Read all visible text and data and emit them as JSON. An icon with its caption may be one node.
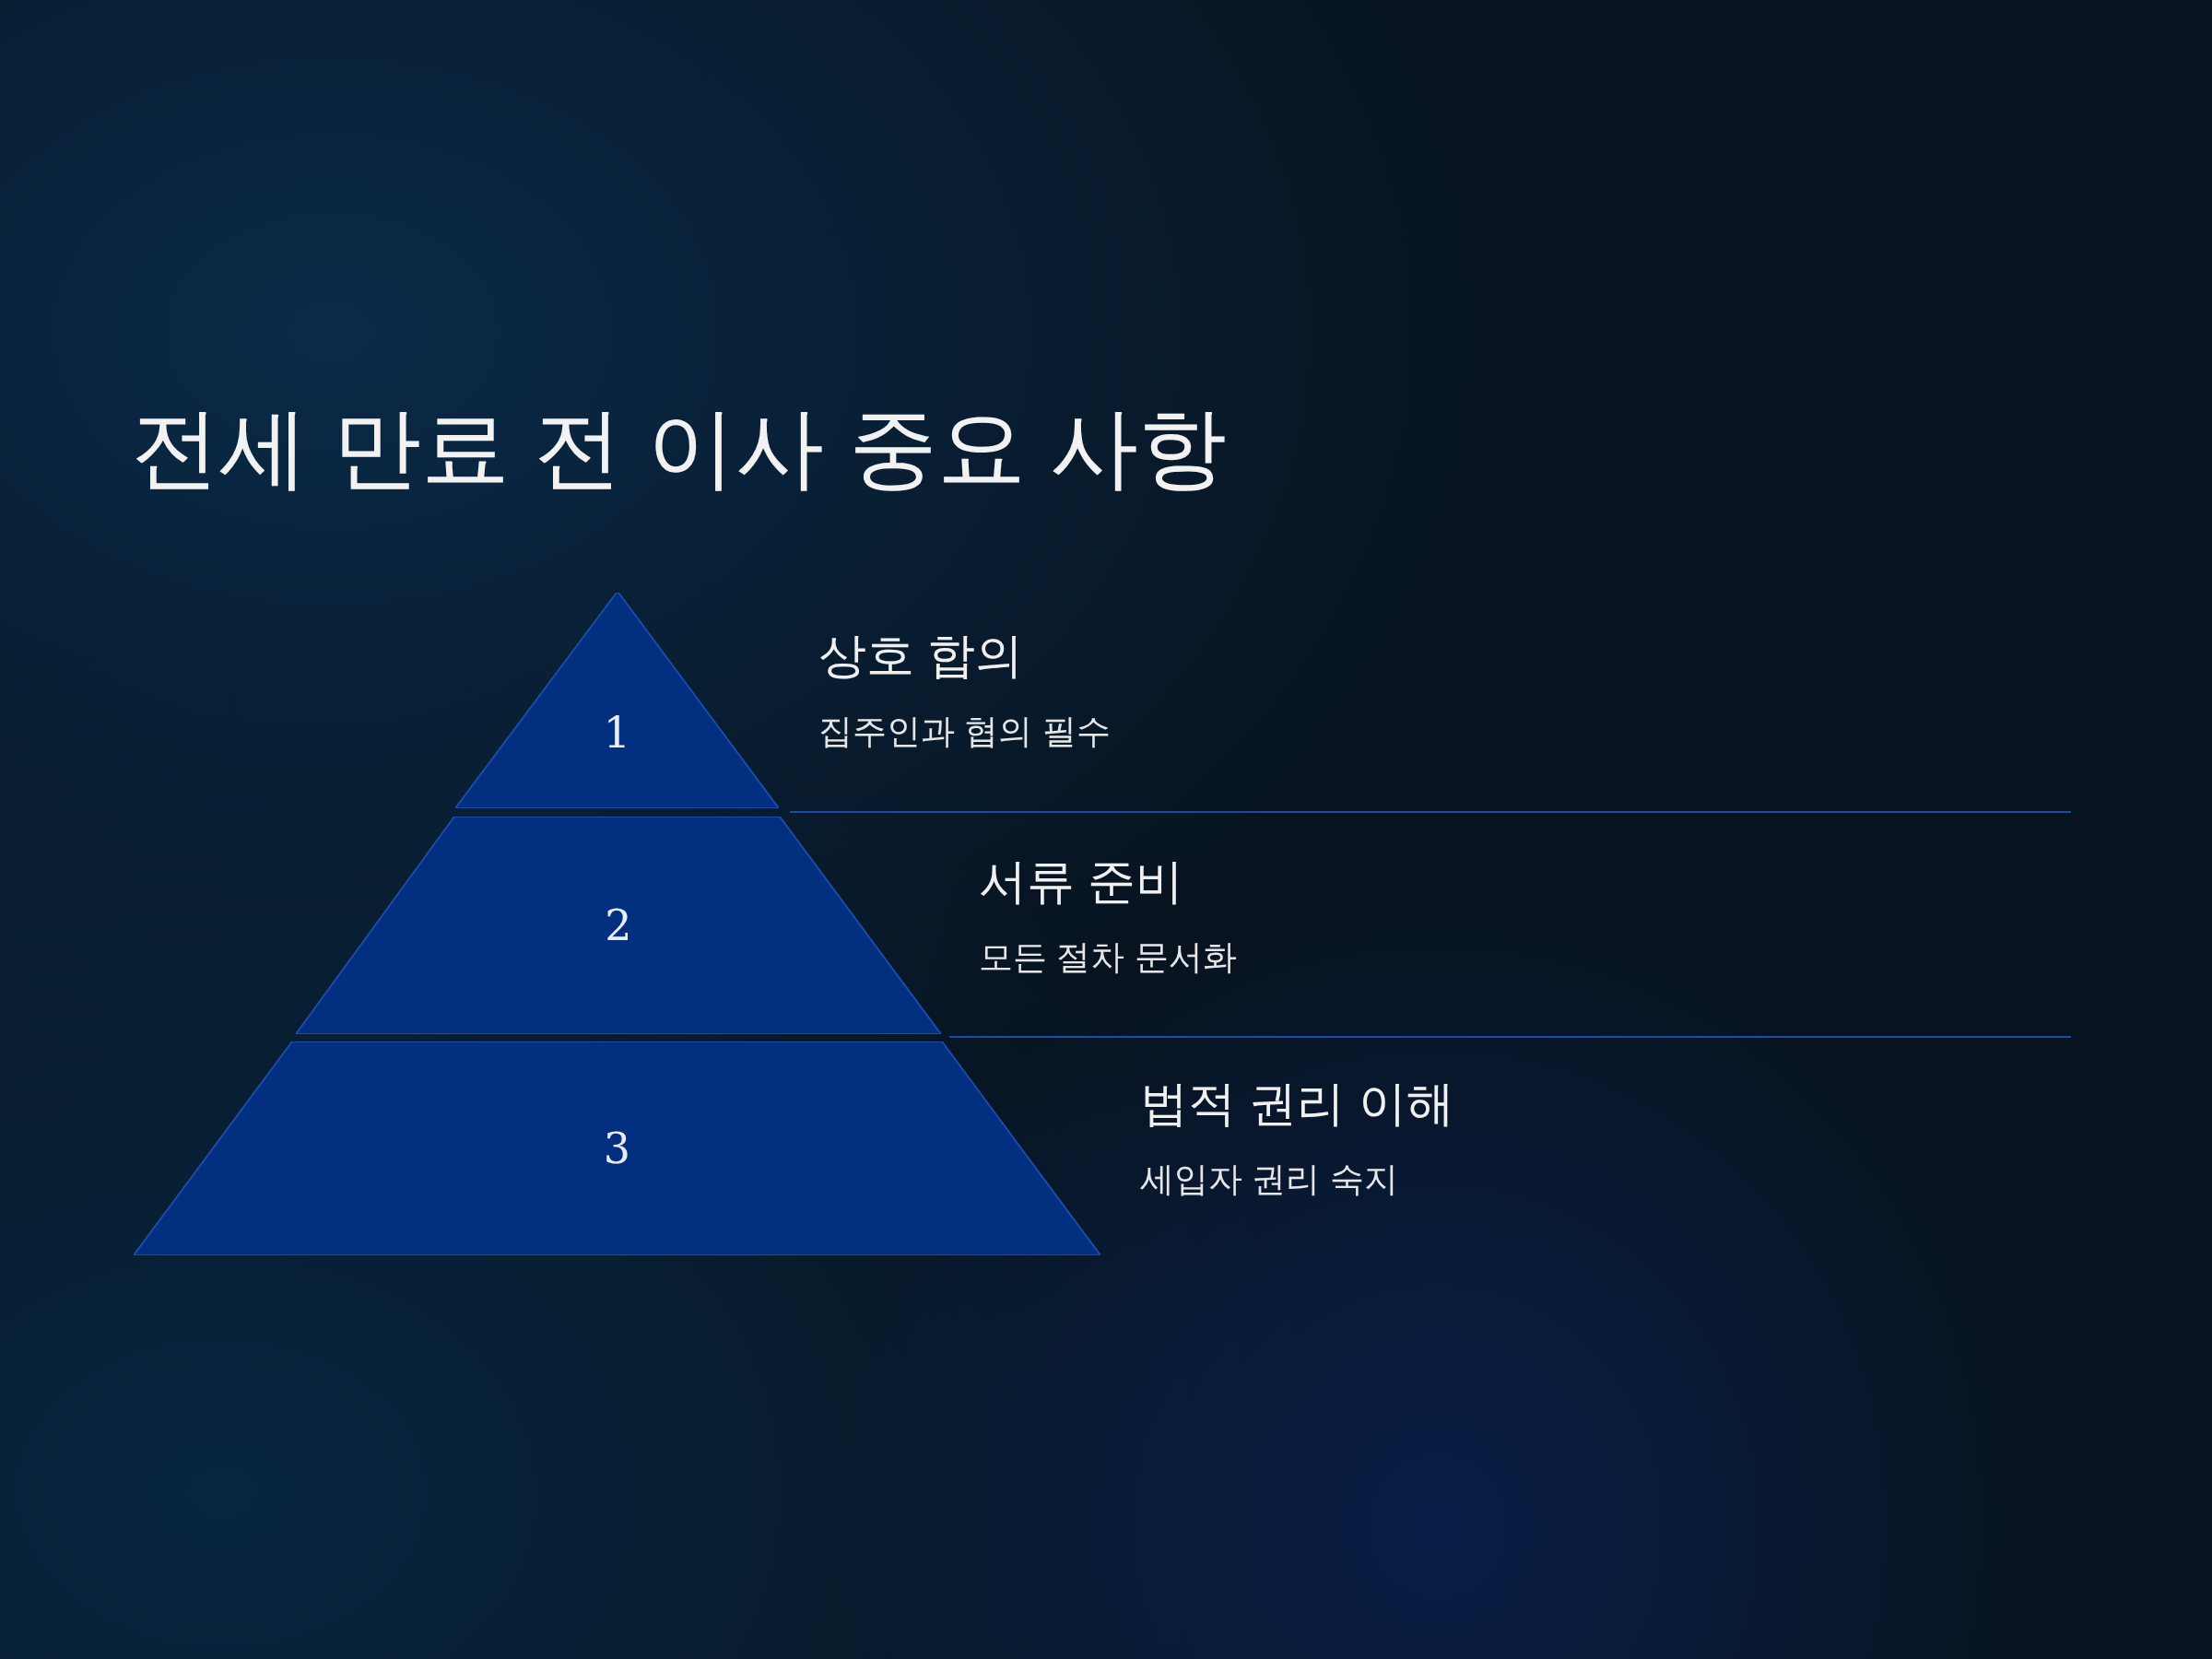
{
  "diagram": {
    "title": "전세 만료 전 이사 중요 사항",
    "nodes": [
      {
        "text": [
          "1"
        ],
        "beside": [
          "상호 합의",
          "집주인과 협의 필수"
        ]
      },
      {
        "text": [
          "2"
        ],
        "beside": [
          "서류 준비",
          "모든 절차 문서화"
        ]
      },
      {
        "text": [
          "3"
        ],
        "beside": [
          "법적 권리 이해",
          "세입자 권리 숙지"
        ]
      }
    ]
  }
}
